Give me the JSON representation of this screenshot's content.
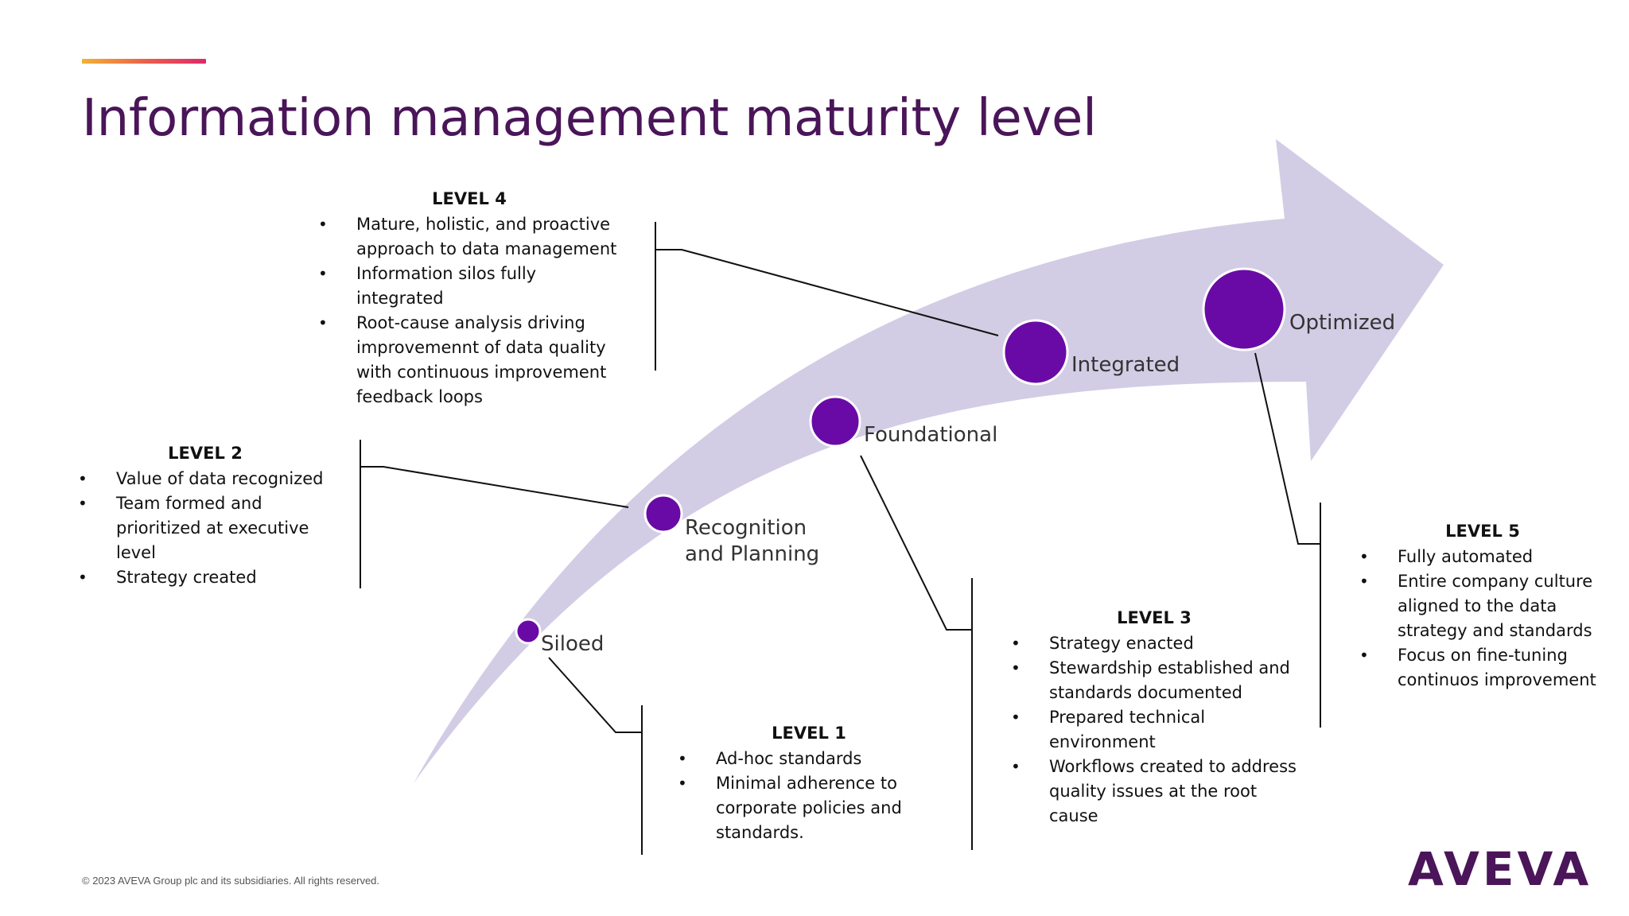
{
  "slide": {
    "title": "Information management maturity level",
    "footer": "© 2023 AVEVA Group plc and its subsidiaries. All rights reserved.",
    "logo": "AVEVA"
  },
  "stages": [
    {
      "label": "Siloed"
    },
    {
      "label": "Recognition\nand Planning"
    },
    {
      "label": "Foundational"
    },
    {
      "label": "Integrated"
    },
    {
      "label": "Optimized"
    }
  ],
  "levels": [
    {
      "title": "LEVEL 1",
      "items": [
        "Ad-hoc standards",
        "Minimal adherence to corporate policies and standards."
      ]
    },
    {
      "title": "LEVEL 2",
      "items": [
        "Value of data recognized",
        "Team formed and prioritized at executive level",
        "Strategy created"
      ]
    },
    {
      "title": "LEVEL 3",
      "items": [
        "Strategy enacted",
        "Stewardship established and standards documented",
        "Prepared technical environment",
        "Workflows created to address quality issues at the root cause"
      ]
    },
    {
      "title": "LEVEL 4",
      "items": [
        "Mature, holistic, and proactive approach to data management",
        "Information silos fully integrated",
        "Root-cause analysis driving improvemennt of data quality with continuous improvement feedback loops"
      ]
    },
    {
      "title": "LEVEL 5",
      "items": [
        "Fully automated",
        "Entire company culture aligned to the data strategy and standards",
        "Focus on fine-tuning continuos improvement"
      ]
    }
  ],
  "colors": {
    "title": "#4a1559",
    "arrow": "#d3cce5",
    "node": "#6a0aa6",
    "accent_start": "#f2b233",
    "accent_end": "#e0286b"
  }
}
